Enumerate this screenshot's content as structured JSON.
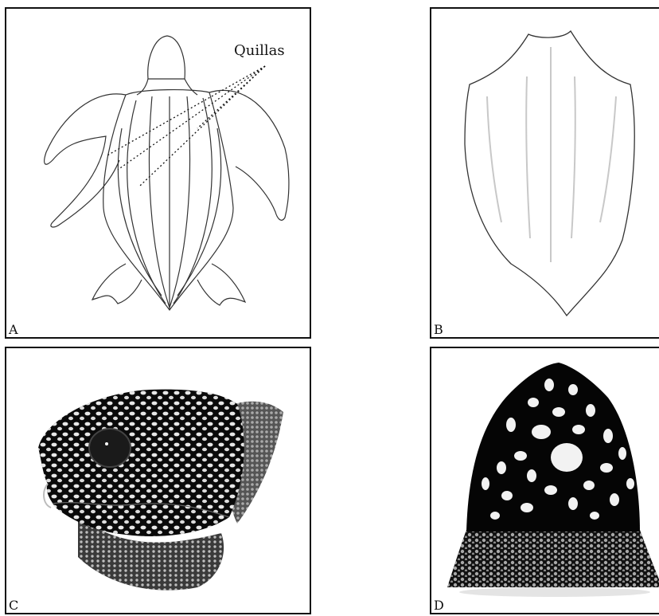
{
  "panels": {
    "a": {
      "label": "A",
      "annotation": "Quillas"
    },
    "b": {
      "label": "B"
    },
    "c": {
      "label": "C"
    },
    "d": {
      "label": "D"
    }
  },
  "colors": {
    "outline": "#333333",
    "ink": "#0a0a0a",
    "faint_keel": "#c8c8c8",
    "spot": "#f2f2f2"
  }
}
